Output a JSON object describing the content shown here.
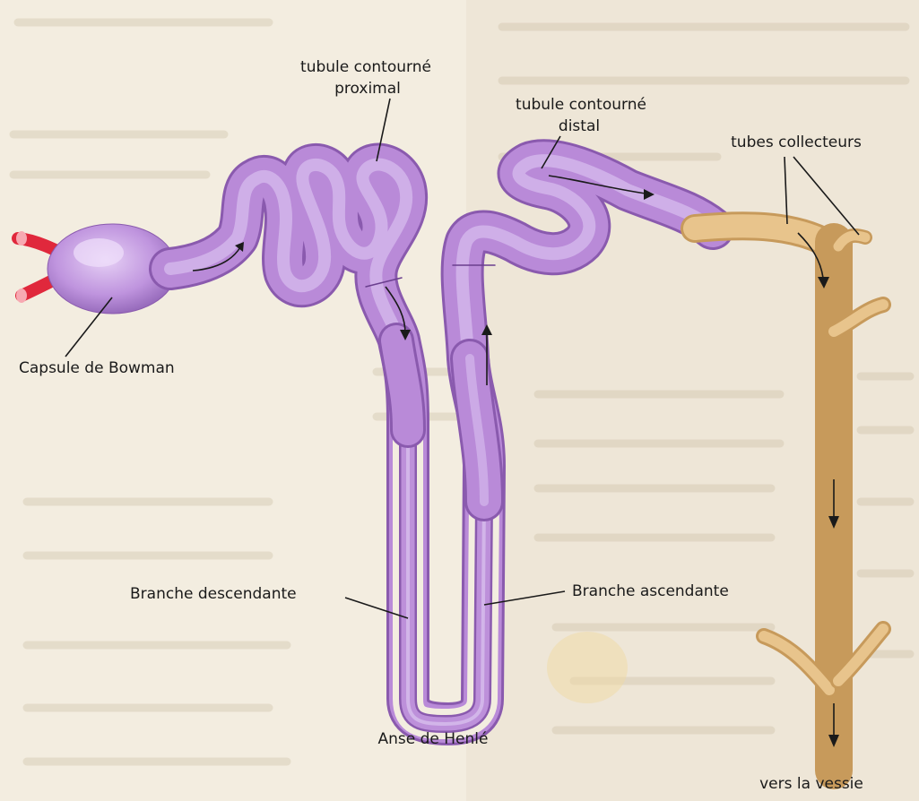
{
  "diagram": {
    "labels": {
      "tubule_proximal": [
        "tubule contourné",
        "proximal"
      ],
      "tubule_distal": [
        "tubule contourné",
        "distal"
      ],
      "tubes_collecteurs": "tubes collecteurs",
      "capsule_bowman": "Capsule de Bowman",
      "branche_descendante": "Branche descendante",
      "branche_ascendante": "Branche ascendante",
      "anse_henle": "Anse de Henlé",
      "vers_vessie": "vers la vessie"
    },
    "colors": {
      "tubule": "#b98ad8",
      "tubule_dark": "#8a5aae",
      "tubule_light": "#d9bff0",
      "collector": "#e8c48c",
      "collector_dark": "#c79a5b",
      "arteriole": "#e0283c",
      "background_page": "#f3ede0",
      "background_text": "#d9cdb7"
    }
  }
}
